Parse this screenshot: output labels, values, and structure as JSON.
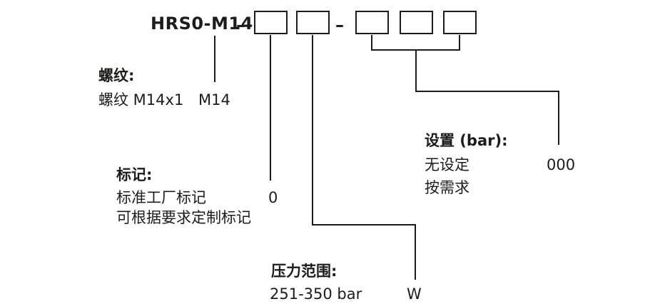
{
  "colors": {
    "ink": "#1c1c1a",
    "background": "#ffffff"
  },
  "code_line": {
    "model": "HRS0-M14",
    "separator_1": "–",
    "separator_2": "–"
  },
  "sections": {
    "thread": {
      "label": "螺纹:",
      "row1_text": "螺纹 M14x1",
      "row1_code": "M14"
    },
    "marking": {
      "label": "标记:",
      "row1_text": "标准工厂标记",
      "row1_code": "0",
      "row2_text": "可根据要求定制标记"
    },
    "pressure": {
      "label": "压力范围:",
      "row1_text": "251-350 bar",
      "row1_code": "W"
    },
    "setting": {
      "label": "设置 (bar):",
      "row1_text": "无设定",
      "row1_code": "000",
      "row2_text": "按需求"
    }
  }
}
